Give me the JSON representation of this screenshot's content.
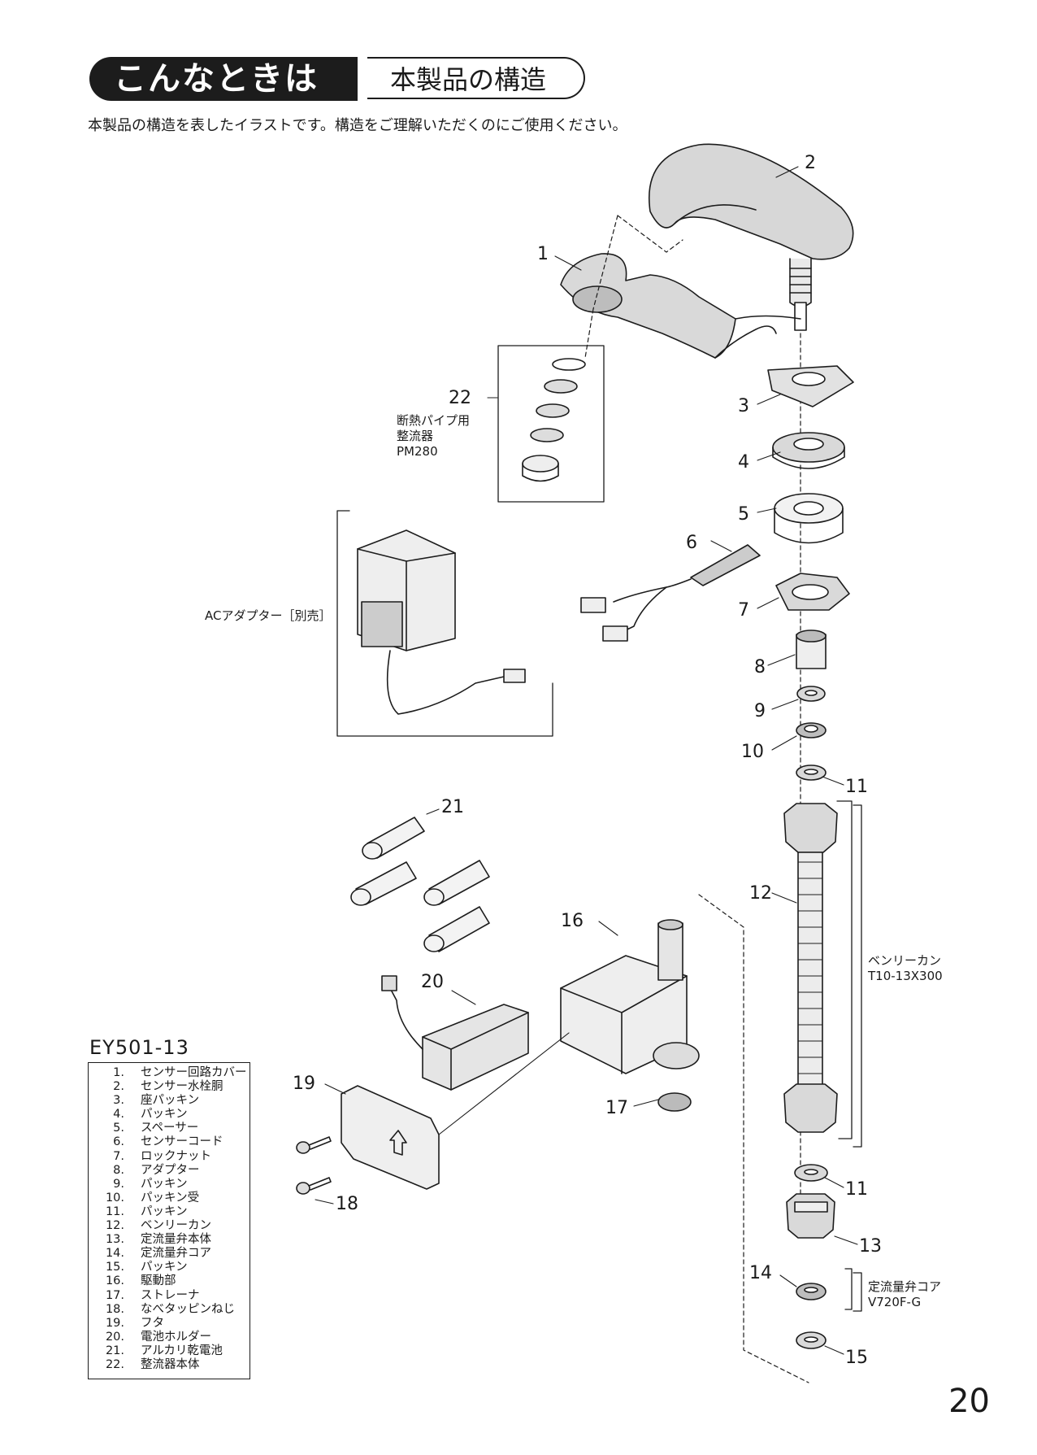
{
  "header": {
    "category": "こんなときは",
    "title": "本製品の構造"
  },
  "intro": "本製品の構造を表したイラストです。構造をご理解いただくのにご使用ください。",
  "callouts": [
    "1",
    "2",
    "3",
    "4",
    "5",
    "6",
    "7",
    "8",
    "9",
    "10",
    "11",
    "11",
    "12",
    "13",
    "14",
    "15",
    "16",
    "17",
    "18",
    "19",
    "20",
    "21",
    "22"
  ],
  "notes": {
    "aerator": [
      "断熱パイプ用",
      "整流器",
      "PM280"
    ],
    "adapter": "ACアダプター［別売］",
    "hose": [
      "ベンリーカン",
      "T10-13X300"
    ],
    "valve_core": [
      "定流量弁コア",
      "V720F-G"
    ]
  },
  "model": "EY501-13",
  "parts": [
    {
      "num": "1.",
      "name": "センサー回路カバー"
    },
    {
      "num": "2.",
      "name": "センサー水栓胴"
    },
    {
      "num": "3.",
      "name": "座パッキン"
    },
    {
      "num": "4.",
      "name": "パッキン"
    },
    {
      "num": "5.",
      "name": "スペーサー"
    },
    {
      "num": "6.",
      "name": "センサーコード"
    },
    {
      "num": "7.",
      "name": "ロックナット"
    },
    {
      "num": "8.",
      "name": "アダプター"
    },
    {
      "num": "9.",
      "name": "パッキン"
    },
    {
      "num": "10.",
      "name": "パッキン受"
    },
    {
      "num": "11.",
      "name": "パッキン"
    },
    {
      "num": "12.",
      "name": "ベンリーカン"
    },
    {
      "num": "13.",
      "name": "定流量弁本体"
    },
    {
      "num": "14.",
      "name": "定流量弁コア"
    },
    {
      "num": "15.",
      "name": "パッキン"
    },
    {
      "num": "16.",
      "name": "駆動部"
    },
    {
      "num": "17.",
      "name": "ストレーナ"
    },
    {
      "num": "18.",
      "name": "なべタッピンねじ"
    },
    {
      "num": "19.",
      "name": "フタ"
    },
    {
      "num": "20.",
      "name": "電池ホルダー"
    },
    {
      "num": "21.",
      "name": "アルカリ乾電池"
    },
    {
      "num": "22.",
      "name": "整流器本体"
    }
  ],
  "page_number": "20"
}
